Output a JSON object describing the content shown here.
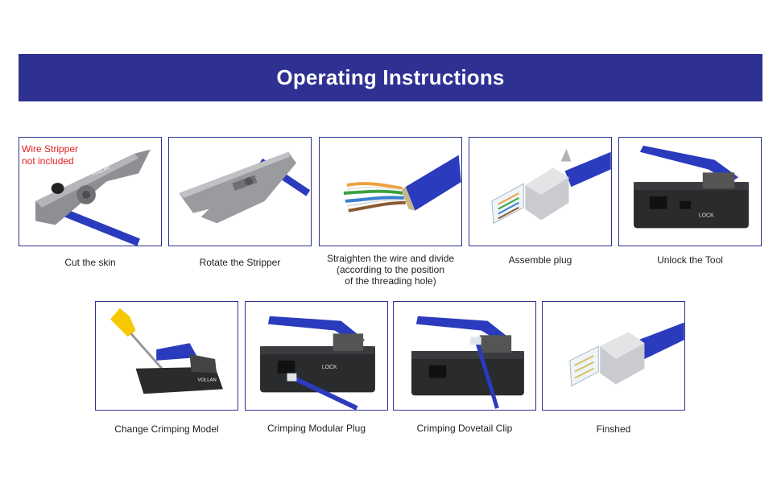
{
  "header": {
    "title": "Operating Instructions"
  },
  "note": {
    "line1": "Wire Stripper",
    "line2": "not included"
  },
  "brand_text": "VOLLAN",
  "lock_label": "LOCK",
  "steps": [
    {
      "caption": "Cut the skin",
      "icon": "wire-stripper-cut"
    },
    {
      "caption": "Rotate the Stripper",
      "icon": "wire-stripper-rotate"
    },
    {
      "caption_lines": [
        "Straighten the wire and divide",
        "(according to the position",
        "of the threading hole)"
      ],
      "icon": "cable-wires"
    },
    {
      "caption": "Assemble plug",
      "icon": "rj45-plug-assembly"
    },
    {
      "caption": "Unlock the Tool",
      "icon": "crimping-tool"
    },
    {
      "caption": "Change Crimping Model",
      "icon": "screwdriver-tool"
    },
    {
      "caption": "Crimping Modular Plug",
      "icon": "crimping-tool-plug"
    },
    {
      "caption": "Crimping Dovetail Clip",
      "icon": "crimping-tool-clip"
    },
    {
      "caption": "Finshed",
      "icon": "finished-plug"
    }
  ],
  "colors": {
    "banner": "#2e3192",
    "border": "#2e3192",
    "cable": "#2b3bbd",
    "note": "#e02020"
  }
}
